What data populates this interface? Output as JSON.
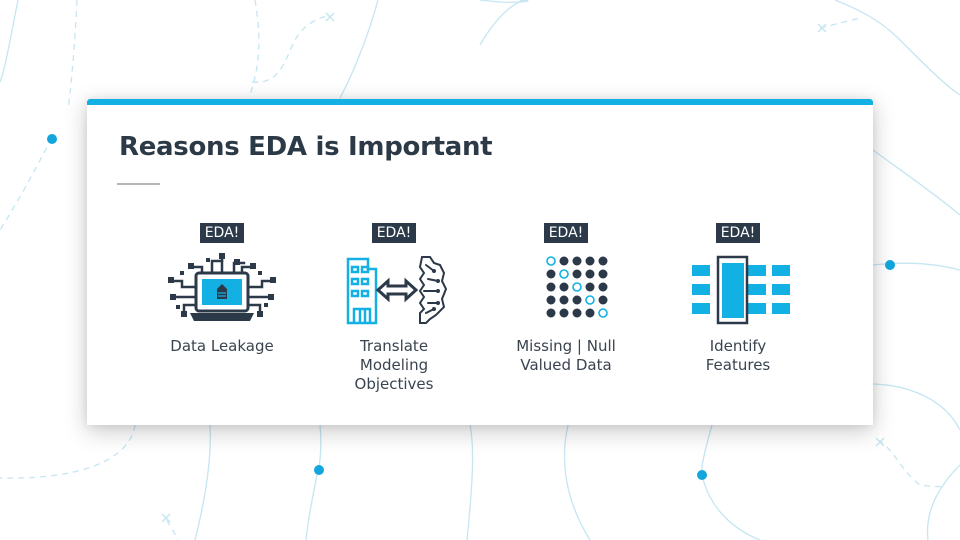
{
  "slide": {
    "title": "Reasons EDA is Important",
    "accent_color": "#12b0e3",
    "dark_color": "#2b3948",
    "items": [
      {
        "badge": "EDA!",
        "icon": "laptop-network-lock-icon",
        "label_lines": [
          "Data Leakage"
        ]
      },
      {
        "badge": "EDA!",
        "icon": "building-brain-exchange-icon",
        "label_lines": [
          "Translate",
          "Modeling",
          "Objectives"
        ]
      },
      {
        "badge": "EDA!",
        "icon": "dot-grid-missing-icon",
        "label_lines": [
          "Missing | Null",
          "Valued Data"
        ]
      },
      {
        "badge": "EDA!",
        "icon": "feature-columns-icon",
        "label_lines": [
          "Identify",
          "Features"
        ]
      }
    ]
  }
}
